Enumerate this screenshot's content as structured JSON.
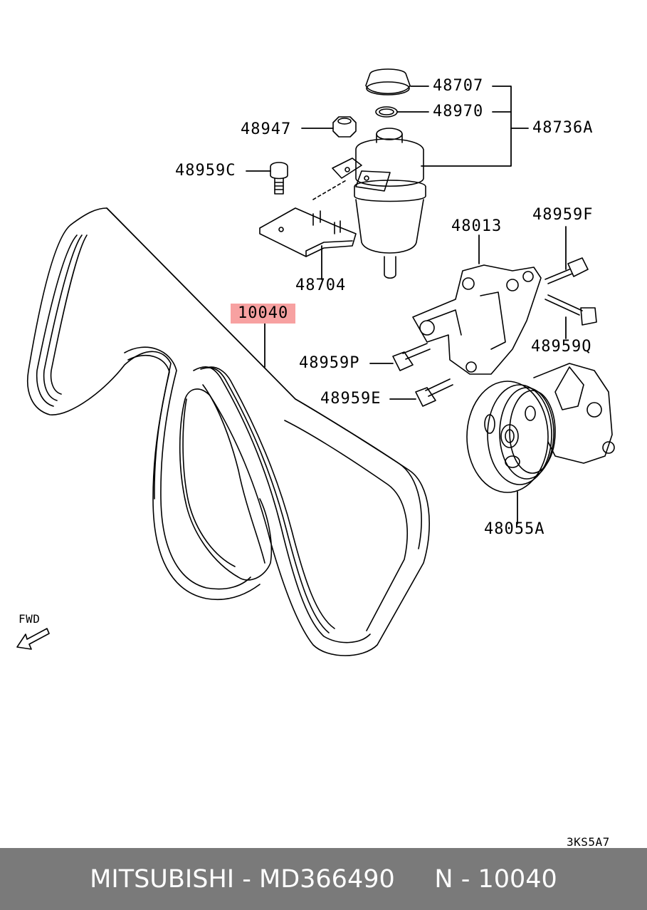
{
  "parts": {
    "p48707": "48707",
    "p48970": "48970",
    "p48736A": "48736A",
    "p48947": "48947",
    "p48959C": "48959C",
    "p48704": "48704",
    "p48013": "48013",
    "p48959F": "48959F",
    "p48959Q": "48959Q",
    "p10040": "10040",
    "p48959P": "48959P",
    "p48959E": "48959E",
    "p48055A": "48055A"
  },
  "fwd": "FWD",
  "diagram_code": "3KS5A7",
  "highlight_color": "#f7a1a1",
  "footer": {
    "brand": "MITSUBISHI",
    "sep1": " - ",
    "part_number": "MD366490",
    "gap": "     ",
    "ref_prefix": "N",
    "sep2": " - ",
    "ref_number": "10040"
  }
}
